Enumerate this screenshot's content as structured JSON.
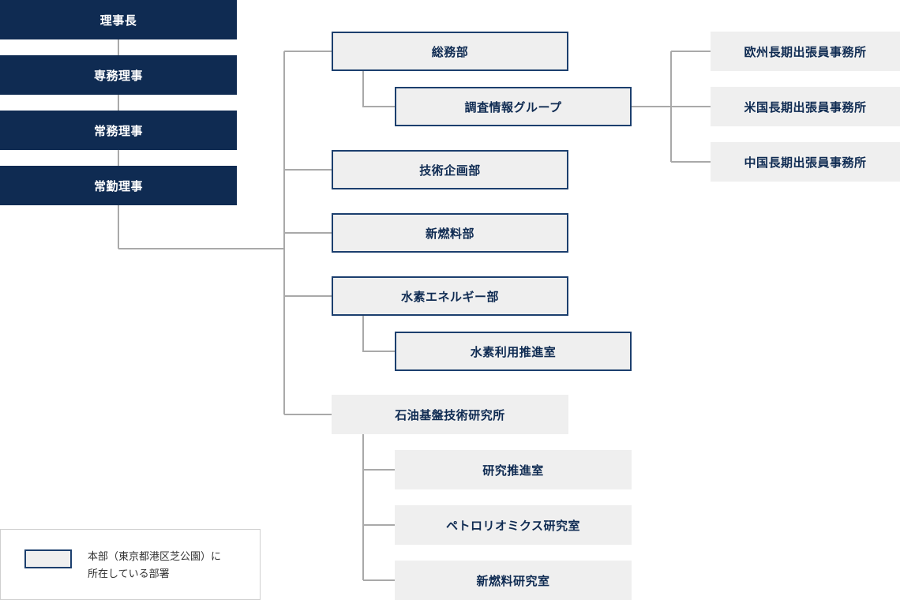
{
  "colors": {
    "navy": "#0f2b52",
    "box_fill": "#efefef",
    "hq_border": "#1c3f6e",
    "connector": "#a9a9a9"
  },
  "executives": {
    "chairman": "理事長",
    "senior_managing_director": "専務理事",
    "managing_director": "常務理事",
    "full_time_director": "常勤理事"
  },
  "departments": {
    "general_affairs": "総務部",
    "research_info_group": "調査情報グループ",
    "tech_planning": "技術企画部",
    "new_fuels": "新燃料部",
    "hydrogen_energy": "水素エネルギー部",
    "hydrogen_promotion": "水素利用推進室",
    "research_institute": "石油基盤技術研究所",
    "research_promotion": "研究推進室",
    "petroleomics_lab": "ペトロリオミクス研究室",
    "new_fuels_lab": "新燃料研究室"
  },
  "overseas_offices": {
    "europe": "欧州長期出張員事務所",
    "usa": "米国長期出張員事務所",
    "china": "中国長期出張員事務所"
  },
  "legend": {
    "line1": "本部（東京都港区芝公園）に",
    "line2": "所在している部署"
  }
}
